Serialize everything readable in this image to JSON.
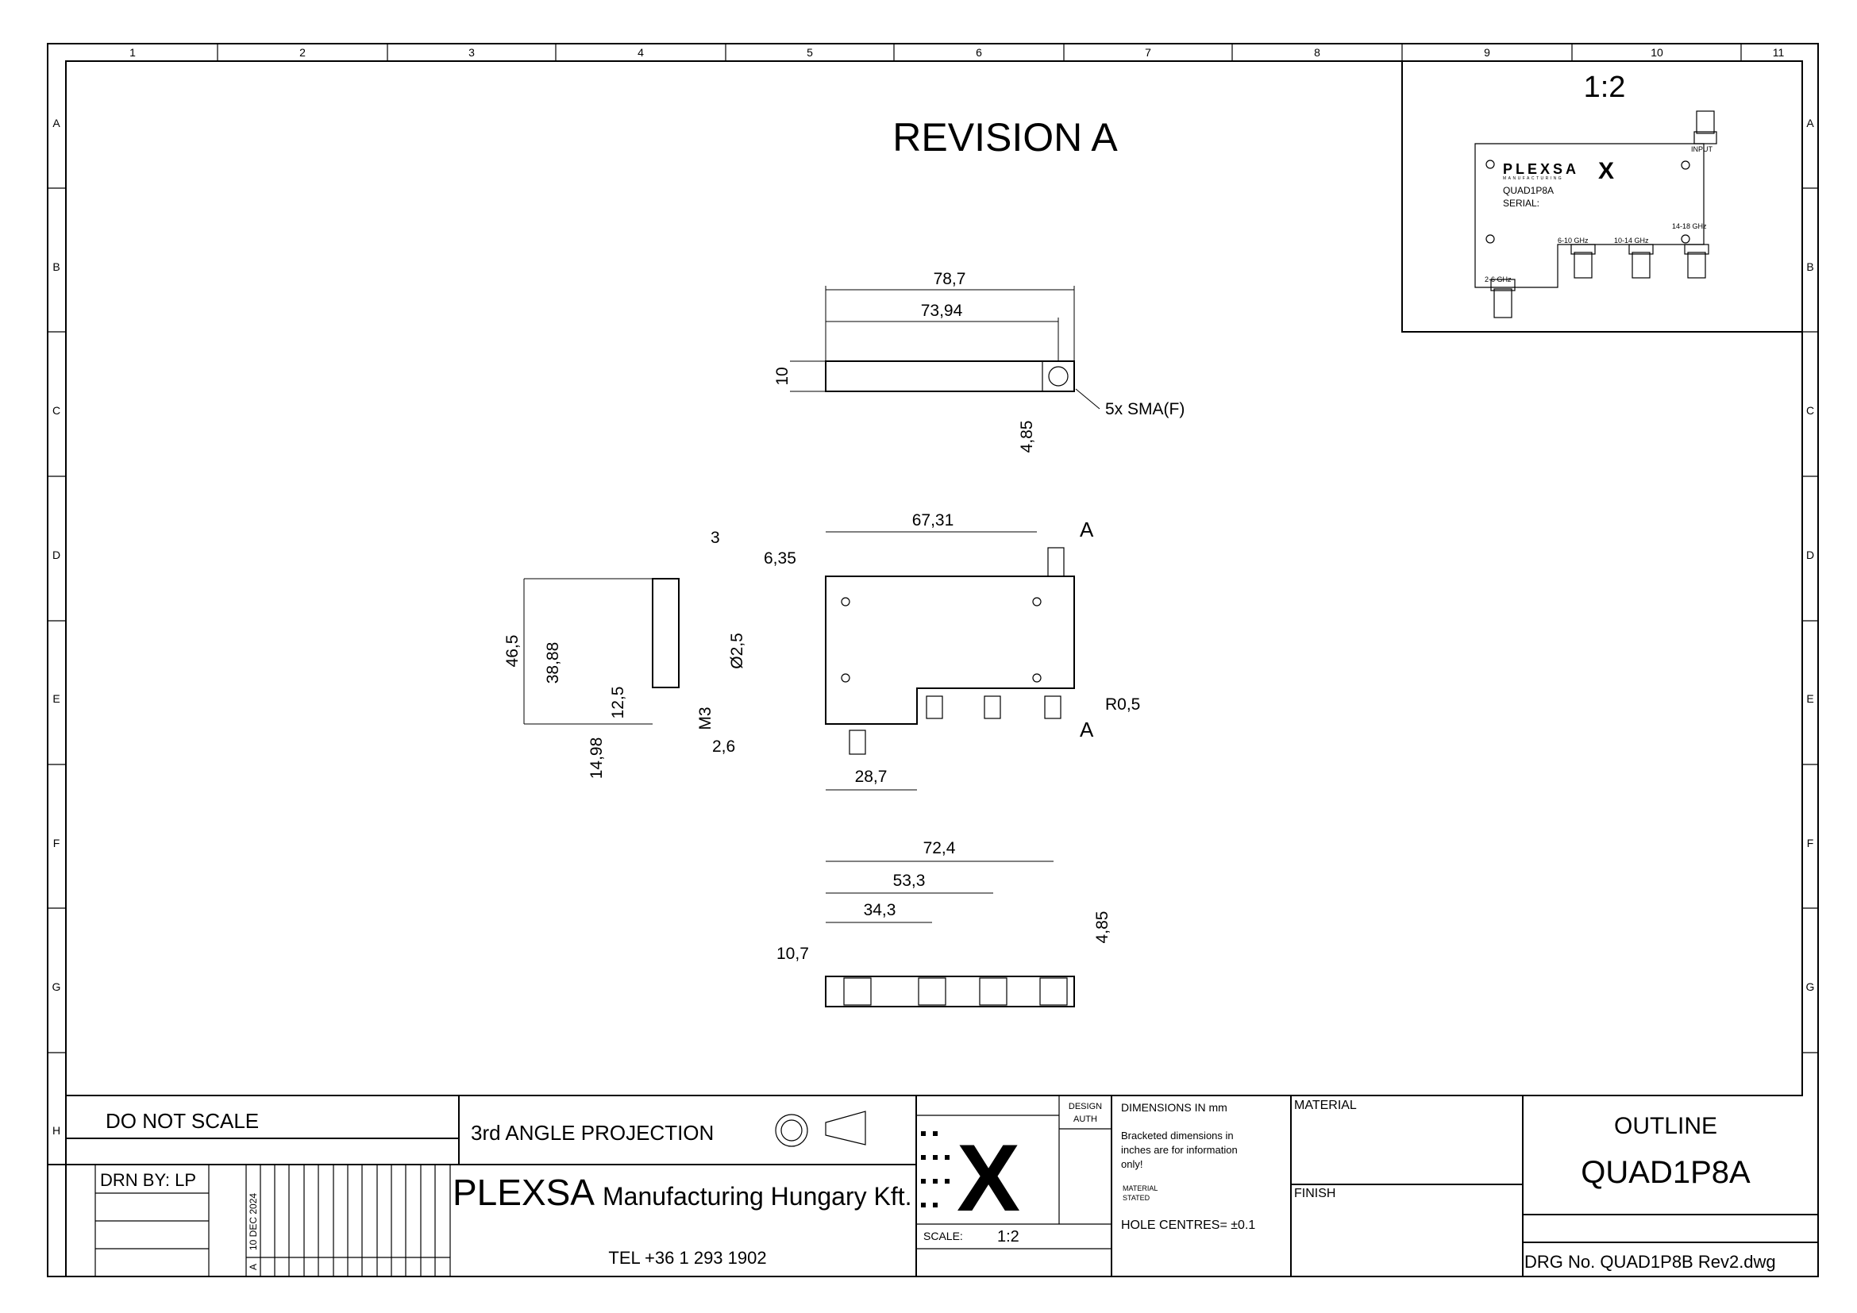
{
  "border": {
    "columns": [
      "1",
      "2",
      "3",
      "4",
      "5",
      "6",
      "7",
      "8",
      "9",
      "10",
      "11"
    ],
    "rows": [
      "A",
      "B",
      "C",
      "D",
      "E",
      "F",
      "G",
      "H"
    ]
  },
  "revision_title": "REVISION A",
  "inset": {
    "scale": "1:2",
    "brand": "PLEXSA",
    "brand_sub": "MANUFACTURING",
    "model": "QUAD1P8A",
    "serial_label": "SERIAL:",
    "ports": [
      "INPUT",
      "2-6 GHz",
      "6-10 GHz",
      "10-14 GHz",
      "14-18 GHz"
    ]
  },
  "top_view": {
    "dims": {
      "overall": "78,7",
      "sma_pos": "73,94",
      "height": "10",
      "sma_offset": "4,85"
    },
    "note": "5x SMA(F)"
  },
  "front_view": {
    "dims": {
      "hole_span": "67,31",
      "hole_offset": "6,35",
      "notch_width": "28,7",
      "radius": "R0,5"
    },
    "section_label": "A"
  },
  "side_view": {
    "dims": {
      "thickness": "3",
      "height": "46,5",
      "hole_span": "38,88",
      "lower": "12,5",
      "bottom": "14,98",
      "hole_dia": "Ø2,5",
      "thread": "M3",
      "offset": "2,6"
    }
  },
  "bottom_view": {
    "dims": {
      "d1": "72,4",
      "d2": "53,3",
      "d3": "34,3",
      "d4": "10,7",
      "d5": "4,85"
    }
  },
  "title_block": {
    "do_not_scale": "DO NOT SCALE",
    "projection": "3rd ANGLE PROJECTION",
    "drawn_by": "DRN BY: LP",
    "rev_date": "10 DEC 2024",
    "rev_letter": "A",
    "company_main": "PLEXSA",
    "company_rest": "Manufacturing Hungary Kft.",
    "tel": "TEL +36 1 293 1902",
    "design_auth_1": "DESIGN",
    "design_auth_2": "AUTH",
    "scale_label": "SCALE:",
    "scale_value": "1:2",
    "dimensions_note": "DIMENSIONS IN mm",
    "bracket_note_1": "Bracketed dimensions in",
    "bracket_note_2": "inches are for information",
    "bracket_note_3": "only!",
    "material_stated_1": "MATERIAL",
    "material_stated_2": "STATED",
    "hole_centres": "HOLE CENTRES= ±0.1",
    "material_label": "MATERIAL",
    "finish_label": "FINISH",
    "title_1": "OUTLINE",
    "title_2": "QUAD1P8A",
    "drg_no": "DRG No.   QUAD1P8B Rev2.dwg"
  }
}
